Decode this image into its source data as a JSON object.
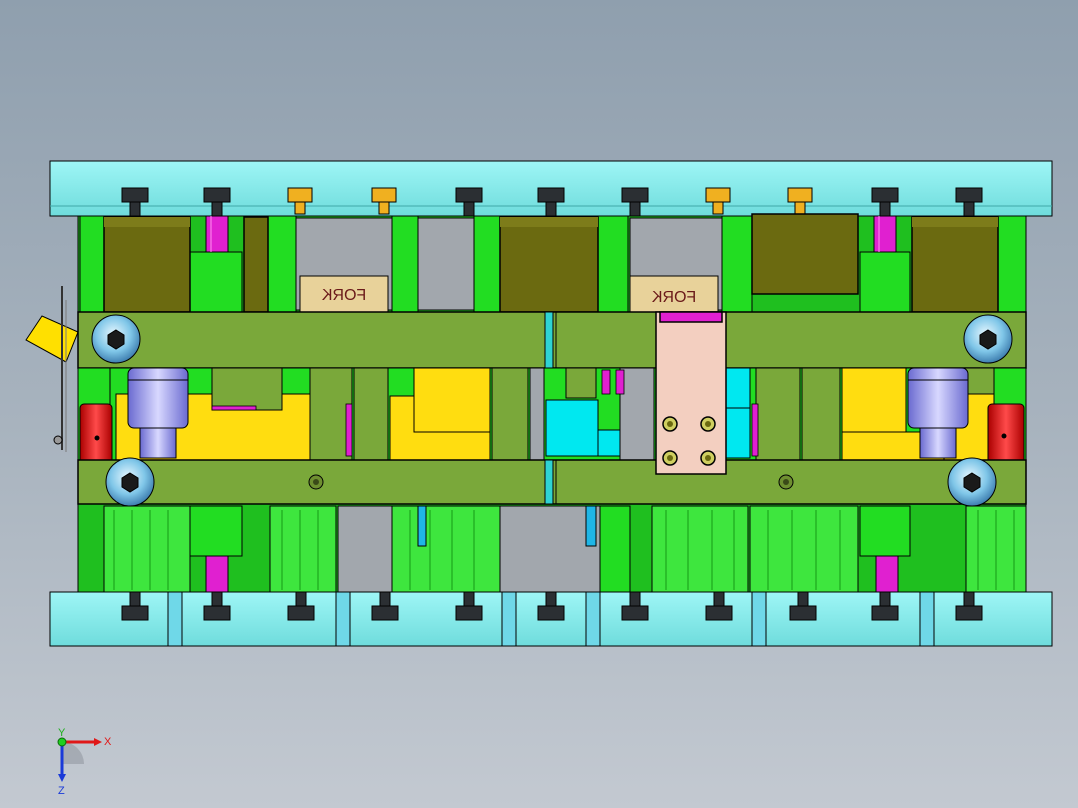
{
  "model": {
    "labels": [
      "FORK",
      "FORK"
    ]
  },
  "triad": {
    "x_label": "X",
    "y_label": "Y",
    "z_label": "Z"
  },
  "colors": {
    "background_top": "#8f9fae",
    "background_bottom": "#c3c9d1",
    "plate": "#8ff0f0",
    "plate_dark": "#5fcfd0",
    "stripper": "#7aa83a",
    "block_green": "#22dd22",
    "insert_olive": "#6b6a10",
    "insert_yellow": "#ffdd10",
    "spring_magenta": "#e020d0",
    "part_pink": "#f3cfc0",
    "cylinder_red": "#e41b1b",
    "guide_bushing": "#9c9ce8",
    "label_tan": "#e8d29a"
  },
  "icons": [
    "axis-triad-icon"
  ]
}
